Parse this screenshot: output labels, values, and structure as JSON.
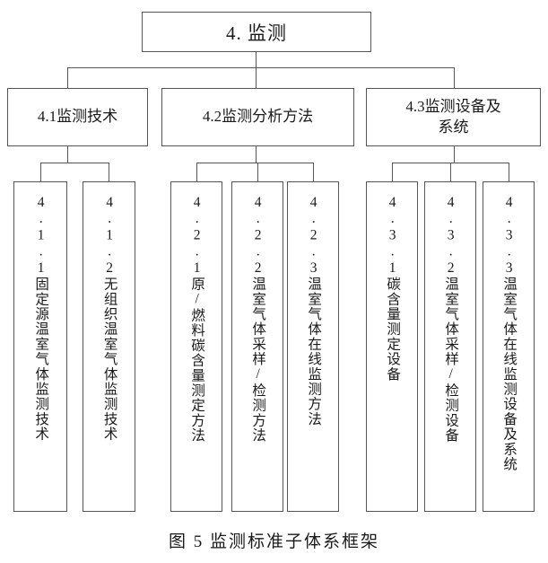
{
  "figure": {
    "caption": "图 5 监测标准子体系框架"
  },
  "tree": {
    "root": {
      "label": "4. 监测"
    },
    "level2": [
      {
        "label": "4.1监测技术"
      },
      {
        "label": "4.2监测分析方法"
      },
      {
        "label": "4.3监测设备及\n系统"
      }
    ],
    "leaves": [
      {
        "label": "4.1.1固定源温室气体监测技术"
      },
      {
        "label": "4.1.2无组织温室气体监测技术"
      },
      {
        "label": "4.2.1原/燃料碳含量测定方法"
      },
      {
        "label": "4.2.2温室气体采样/检测方法"
      },
      {
        "label": "4.2.3温室气体在线监测方法"
      },
      {
        "label": "4.3.1碳含量测定设备"
      },
      {
        "label": "4.3.2温室气体采样/检测设备"
      },
      {
        "label": "4.3.3温室气体在线监测设备及系统"
      }
    ]
  },
  "colors": {
    "line": "#555555",
    "text": "#1a1a1a",
    "background": "#ffffff"
  }
}
